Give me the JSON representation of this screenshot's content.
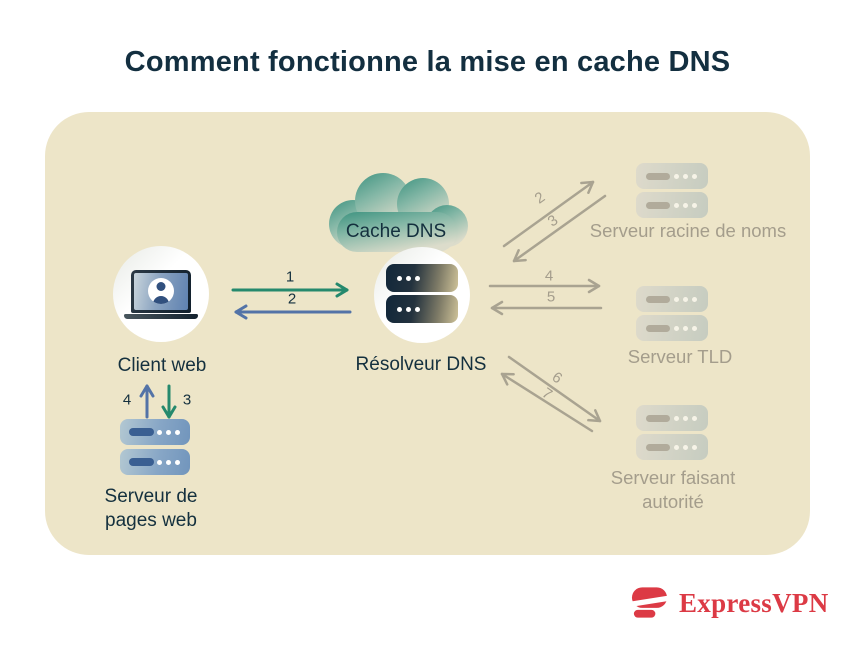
{
  "title": "Comment fonctionne la mise en cache DNS",
  "brand": {
    "name": "ExpressVPN",
    "logo_icon": "expressvpn-logo-icon",
    "color": "#dc3a45"
  },
  "colors": {
    "panel_beige": "#ede5c8",
    "navy": "#14303e",
    "arrow_green": "#25896d",
    "arrow_blue": "#5373a7",
    "muted_gray": "#a9a391",
    "muted_text": "#a49d8c",
    "brand_red": "#dc3a45"
  },
  "nodes": {
    "cache_dns": {
      "label": "Cache DNS",
      "icon": "cloud-icon"
    },
    "client_web": {
      "label": "Client web",
      "icon": "laptop-user-icon"
    },
    "resolver": {
      "label": "Résolveur DNS",
      "icon": "server-icon"
    },
    "root_server": {
      "label": "Serveur racine de noms",
      "icon": "server-icon"
    },
    "tld_server": {
      "label": "Serveur TLD",
      "icon": "server-icon"
    },
    "authoritative_server": {
      "label_line1": "Serveur faisant",
      "label_line2": "autorité",
      "icon": "server-icon"
    },
    "web_pages_server": {
      "label_line1": "Serveur de",
      "label_line2": "pages web",
      "icon": "server-icon"
    }
  },
  "arrow_steps": {
    "client_to_resolver": "1",
    "resolver_to_client": "2",
    "resolver_to_root": "2",
    "root_to_resolver": "3",
    "resolver_to_tld": "4",
    "tld_to_resolver": "5",
    "resolver_to_authoritative": "6",
    "authoritative_to_resolver": "7",
    "webserver_to_client": "4",
    "client_to_webserver": "3"
  }
}
